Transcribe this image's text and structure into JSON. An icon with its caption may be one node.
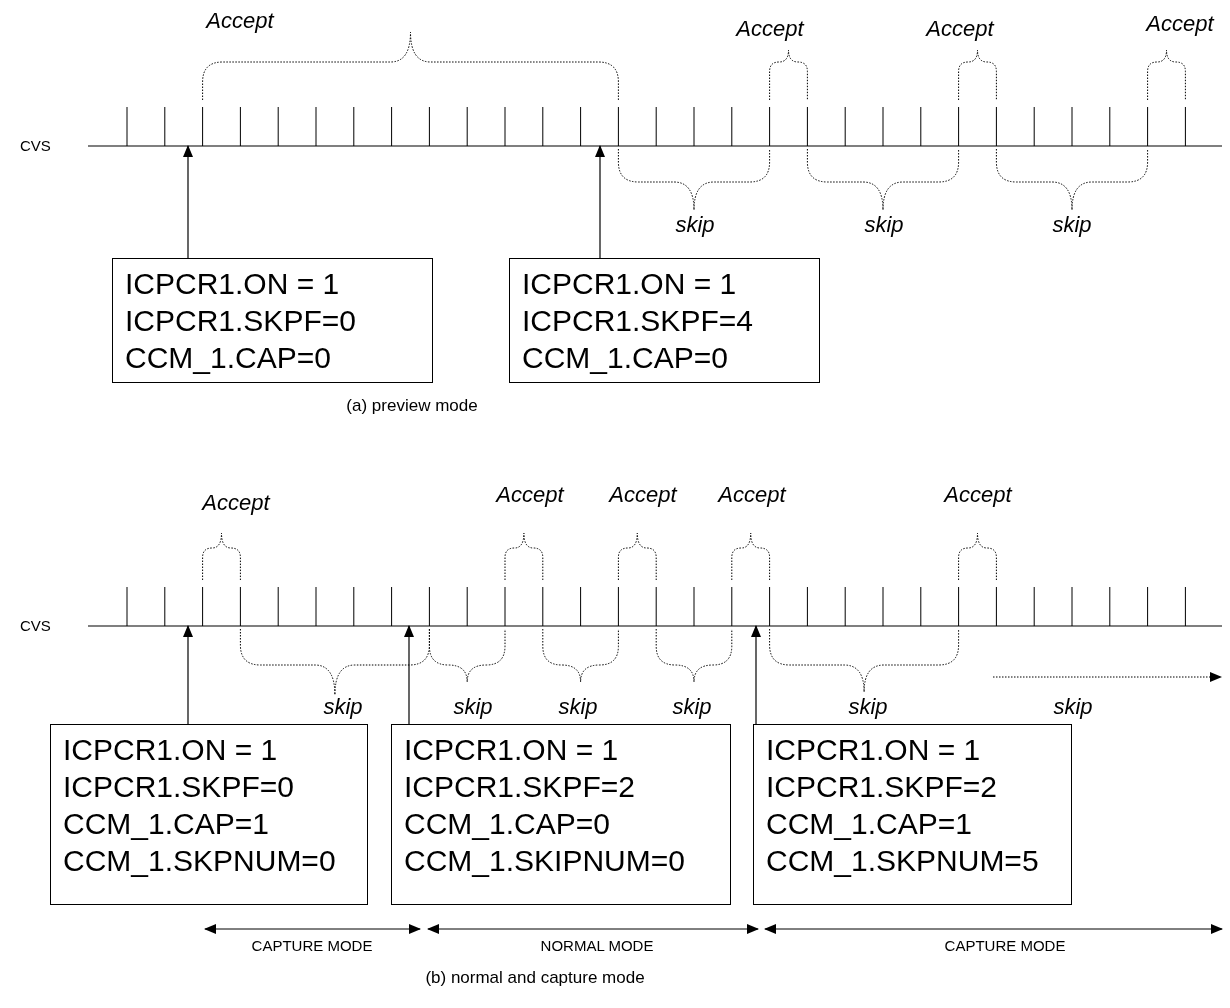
{
  "diagram": {
    "nodes": [
      {
        "text": [
          "CVS"
        ]
      },
      {
        "text": [
          "ICPCR1.ON = 1 ICPCR1.SKPF=0 CCM_1.CAP=0"
        ]
      },
      {
        "text": [
          "ICPCR1.ON = 1 ICPCR1.SKPF=4 CCM_1.CAP=0"
        ]
      },
      {
        "text": [
          "CVS"
        ]
      },
      {
        "text": [
          "ICPCR1.ON = 1 ICPCR1.SKPF=0 CCM_1.CAP=1 CCM_1.SKPNUM=0"
        ]
      },
      {
        "text": [
          "ICPCR1.ON = 1 ICPCR1.SKPF=2 CCM_1.CAP=0 CCM_1.SKIPNUM=0"
        ]
      },
      {
        "text": [
          "ICPCR1.ON = 1 ICPCR1.SKPF=2 CCM_1.CAP=1 CCM_1.SKPNUM=5"
        ]
      }
    ],
    "edges": [
      {
        "from": 1,
        "to": 0,
        "arrow": "to"
      },
      {
        "from": 2,
        "to": 0,
        "arrow": "to"
      },
      {
        "from": 4,
        "to": 3,
        "arrow": "to"
      },
      {
        "from": 5,
        "to": 3,
        "arrow": "to"
      },
      {
        "from": 6,
        "to": 3,
        "arrow": "to"
      }
    ],
    "labels": [
      "Accept",
      "Accept",
      "Accept",
      "Accept",
      "skip",
      "skip",
      "skip",
      "(a) preview mode",
      "Accept",
      "Accept",
      "Accept",
      "Accept",
      "Accept",
      "skip",
      "skip",
      "skip",
      "skip",
      "skip",
      "skip",
      "CAPTURE MODE",
      "NORMAL MODE",
      "CAPTURE MODE",
      "(b) normal and capture mode"
    ]
  }
}
